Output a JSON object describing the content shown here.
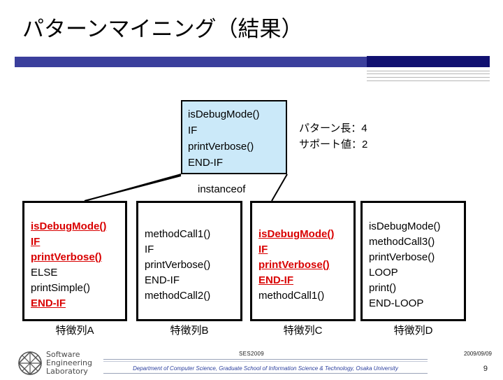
{
  "slide": {
    "title": "パターンマイニング（結果）",
    "page_number": "9"
  },
  "pattern": {
    "box_lines": "isDebugMode()\nIF\nprintVerbose()\nEND-IF",
    "length_label": "パターン長：4",
    "support_label": "サポート値：2",
    "relation_label": "instanceof"
  },
  "sequences": [
    {
      "id": "A",
      "label": "特徴列A",
      "lines": [
        {
          "text": "isDebugMode()",
          "highlight": true
        },
        {
          "text": "IF",
          "highlight": true
        },
        {
          "text": "printVerbose()",
          "highlight": true
        },
        {
          "text": "ELSE",
          "highlight": false
        },
        {
          "text": "printSimple()",
          "highlight": false
        },
        {
          "text": "END-IF",
          "highlight": true
        }
      ]
    },
    {
      "id": "B",
      "label": "特徴列B",
      "lines": [
        {
          "text": "methodCall1()",
          "highlight": false
        },
        {
          "text": "IF",
          "highlight": false
        },
        {
          "text": "printVerbose()",
          "highlight": false
        },
        {
          "text": "END-IF",
          "highlight": false
        },
        {
          "text": "methodCall2()",
          "highlight": false
        }
      ]
    },
    {
      "id": "C",
      "label": "特徴列C",
      "lines": [
        {
          "text": "isDebugMode()",
          "highlight": true
        },
        {
          "text": "IF",
          "highlight": true
        },
        {
          "text": "printVerbose()",
          "highlight": true
        },
        {
          "text": "END-IF",
          "highlight": true
        },
        {
          "text": "methodCall1()",
          "highlight": false
        }
      ]
    },
    {
      "id": "D",
      "label": "特徴列D",
      "lines": [
        {
          "text": "isDebugMode()",
          "highlight": false
        },
        {
          "text": "methodCall3()",
          "highlight": false
        },
        {
          "text": "printVerbose()",
          "highlight": false
        },
        {
          "text": "LOOP",
          "highlight": false
        },
        {
          "text": "print()",
          "highlight": false
        },
        {
          "text": "END-LOOP",
          "highlight": false
        }
      ]
    }
  ],
  "footer": {
    "logo_line1": "Software",
    "logo_line2": "Engineering",
    "logo_line3": "Laboratory",
    "conference": "SES2009",
    "date": "2009/09/09",
    "department": "Department of Computer Science, Graduate School of Information Science & Technology, Osaka University"
  },
  "colors": {
    "title_bar_left": "#3b3f9c",
    "title_bar_right": "#101070",
    "pattern_box_fill": "#cbe9f9",
    "highlight_text": "#d90000",
    "department_text": "#2b3f9e"
  }
}
